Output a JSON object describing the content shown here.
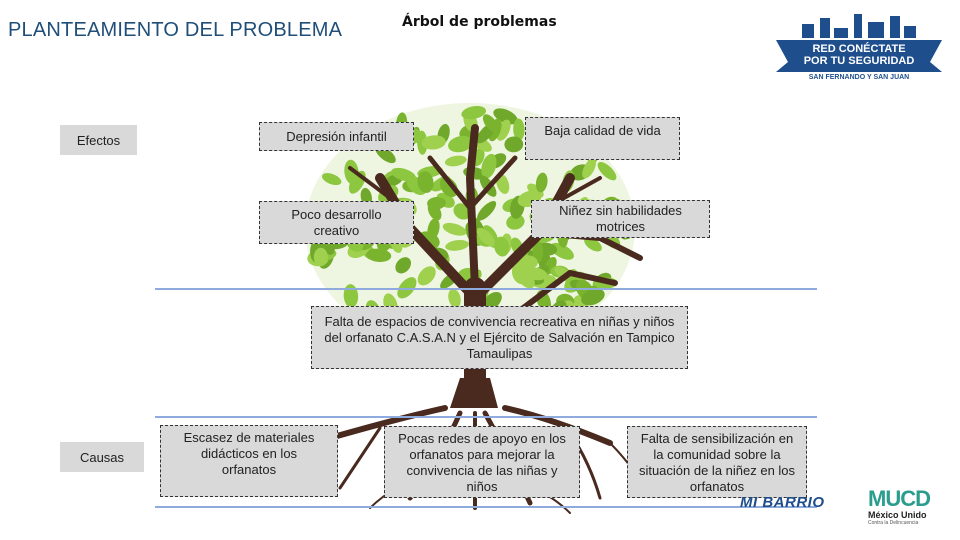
{
  "header": {
    "title": "PLANTEAMIENTO DEL PROBLEMA",
    "subtitle": "Árbol de problemas"
  },
  "labels": {
    "effects": "Efectos",
    "causes": "Causas"
  },
  "effects": [
    "Depresión infantil",
    "Baja calidad de vida",
    "Poco desarrollo creativo",
    "Niñez sin habilidades motrices"
  ],
  "problem": "Falta de espacios de convivencia recreativa en niñas y niños del orfanato C.A.S.A.N y el Ejército de Salvación en Tampico Tamaulipas",
  "causes": [
    "Escasez de materiales didácticos en los orfanatos",
    "Pocas redes de apoyo en los orfanatos para mejorar la convivencia de las niñas y niños",
    "Falta de sensibilización en la comunidad sobre la situación de la niñez en los orfanatos"
  ],
  "logos": {
    "red_line1": "RED CONÉCTATE",
    "red_line2": "POR TU SEGURIDAD",
    "red_footer": "SAN FERNANDO Y SAN JUAN",
    "barrio": "MI BARRIO",
    "mucd_mark": "MUCD",
    "mucd_name": "México Unido",
    "mucd_tag": "Contra la Delincuencia"
  },
  "colors": {
    "title": "#1f4e79",
    "box_fill": "#d9d9d9",
    "divider": "#8faadc",
    "trunk": "#4a2a1f",
    "leaf": "#8dc63f",
    "logo_blue": "#1f4e8c",
    "mucd_teal": "#2a9d8f"
  }
}
